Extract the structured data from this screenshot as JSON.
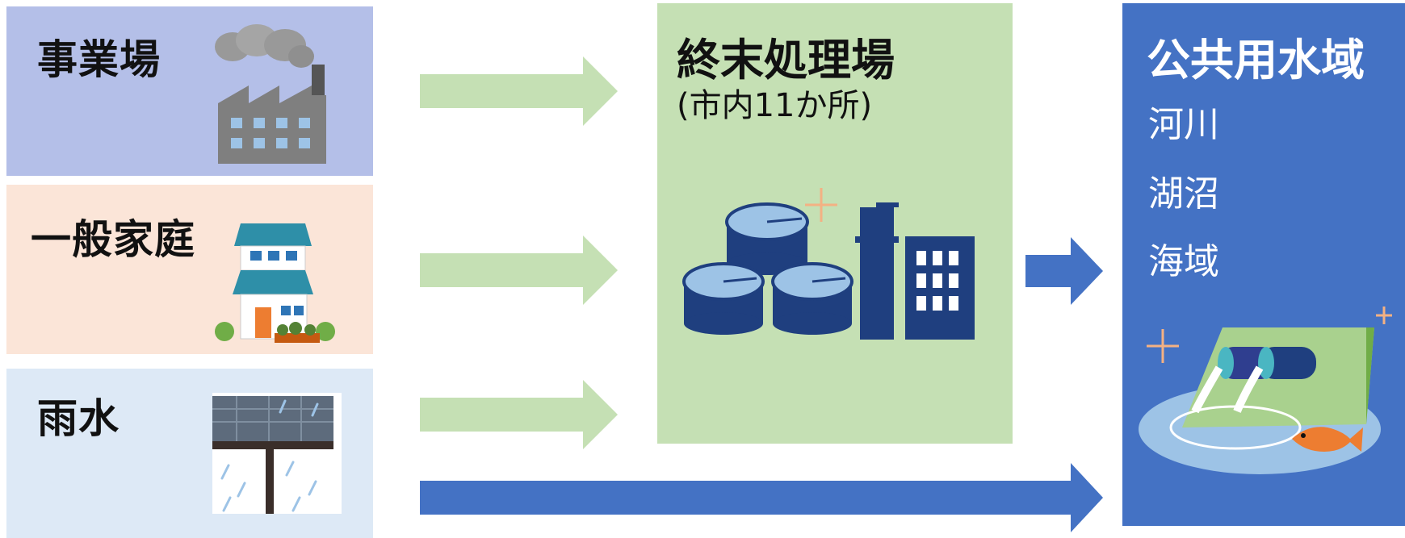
{
  "sources": {
    "business": {
      "label": "事業場",
      "icon": "factory-icon",
      "bg": "#b4bfe8"
    },
    "household": {
      "label": "一般家庭",
      "icon": "house-icon",
      "bg": "#fbe5d8"
    },
    "rain": {
      "label": "雨水",
      "icon": "rain-gutter-icon",
      "bg": "#dde9f6"
    }
  },
  "plant": {
    "title": "終末処理場",
    "subtitle": "(市内11か所)",
    "bg": "#c5e0b4",
    "icon": "treatment-plant-icon"
  },
  "water": {
    "title": "公共用水域",
    "items": [
      "河川",
      "湖沼",
      "海域"
    ],
    "bg": "#4472c4",
    "icon": "outfall-pipe-icon"
  },
  "colors": {
    "arrow_green": "#c5e0b4",
    "arrow_blue": "#4472c4"
  }
}
